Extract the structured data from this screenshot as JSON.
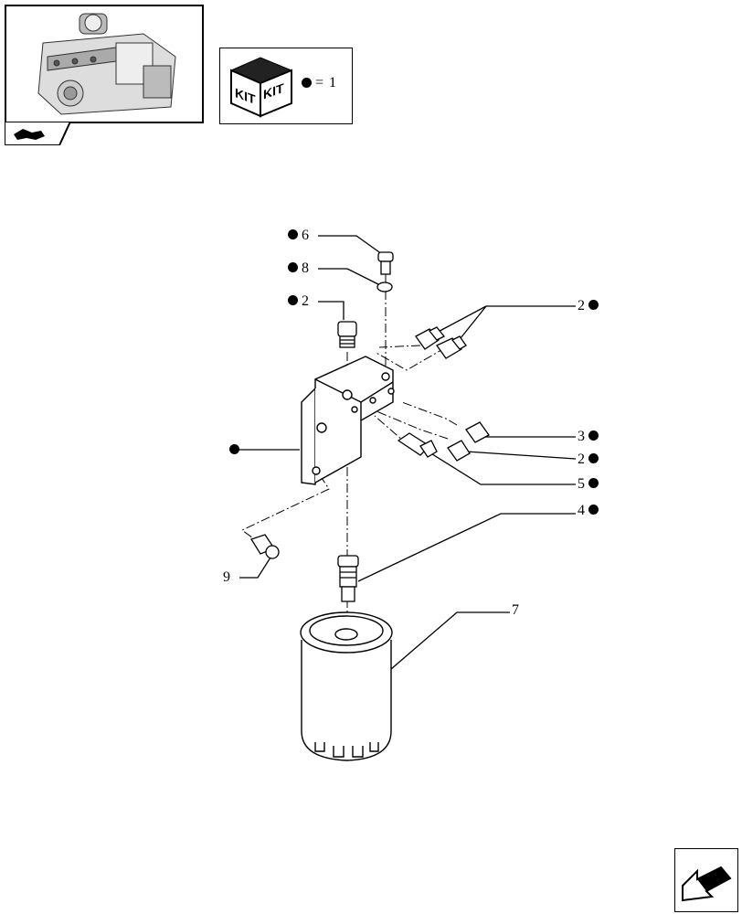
{
  "kit_legend": {
    "equals": "=",
    "count": "1"
  },
  "callouts": {
    "c6": "6",
    "c8": "8",
    "c2a": "2",
    "c2b": "2",
    "c3": "3",
    "c2c": "2",
    "c5": "5",
    "c4": "4",
    "c9": "9",
    "c7": "7"
  },
  "kit_label": "KIT"
}
